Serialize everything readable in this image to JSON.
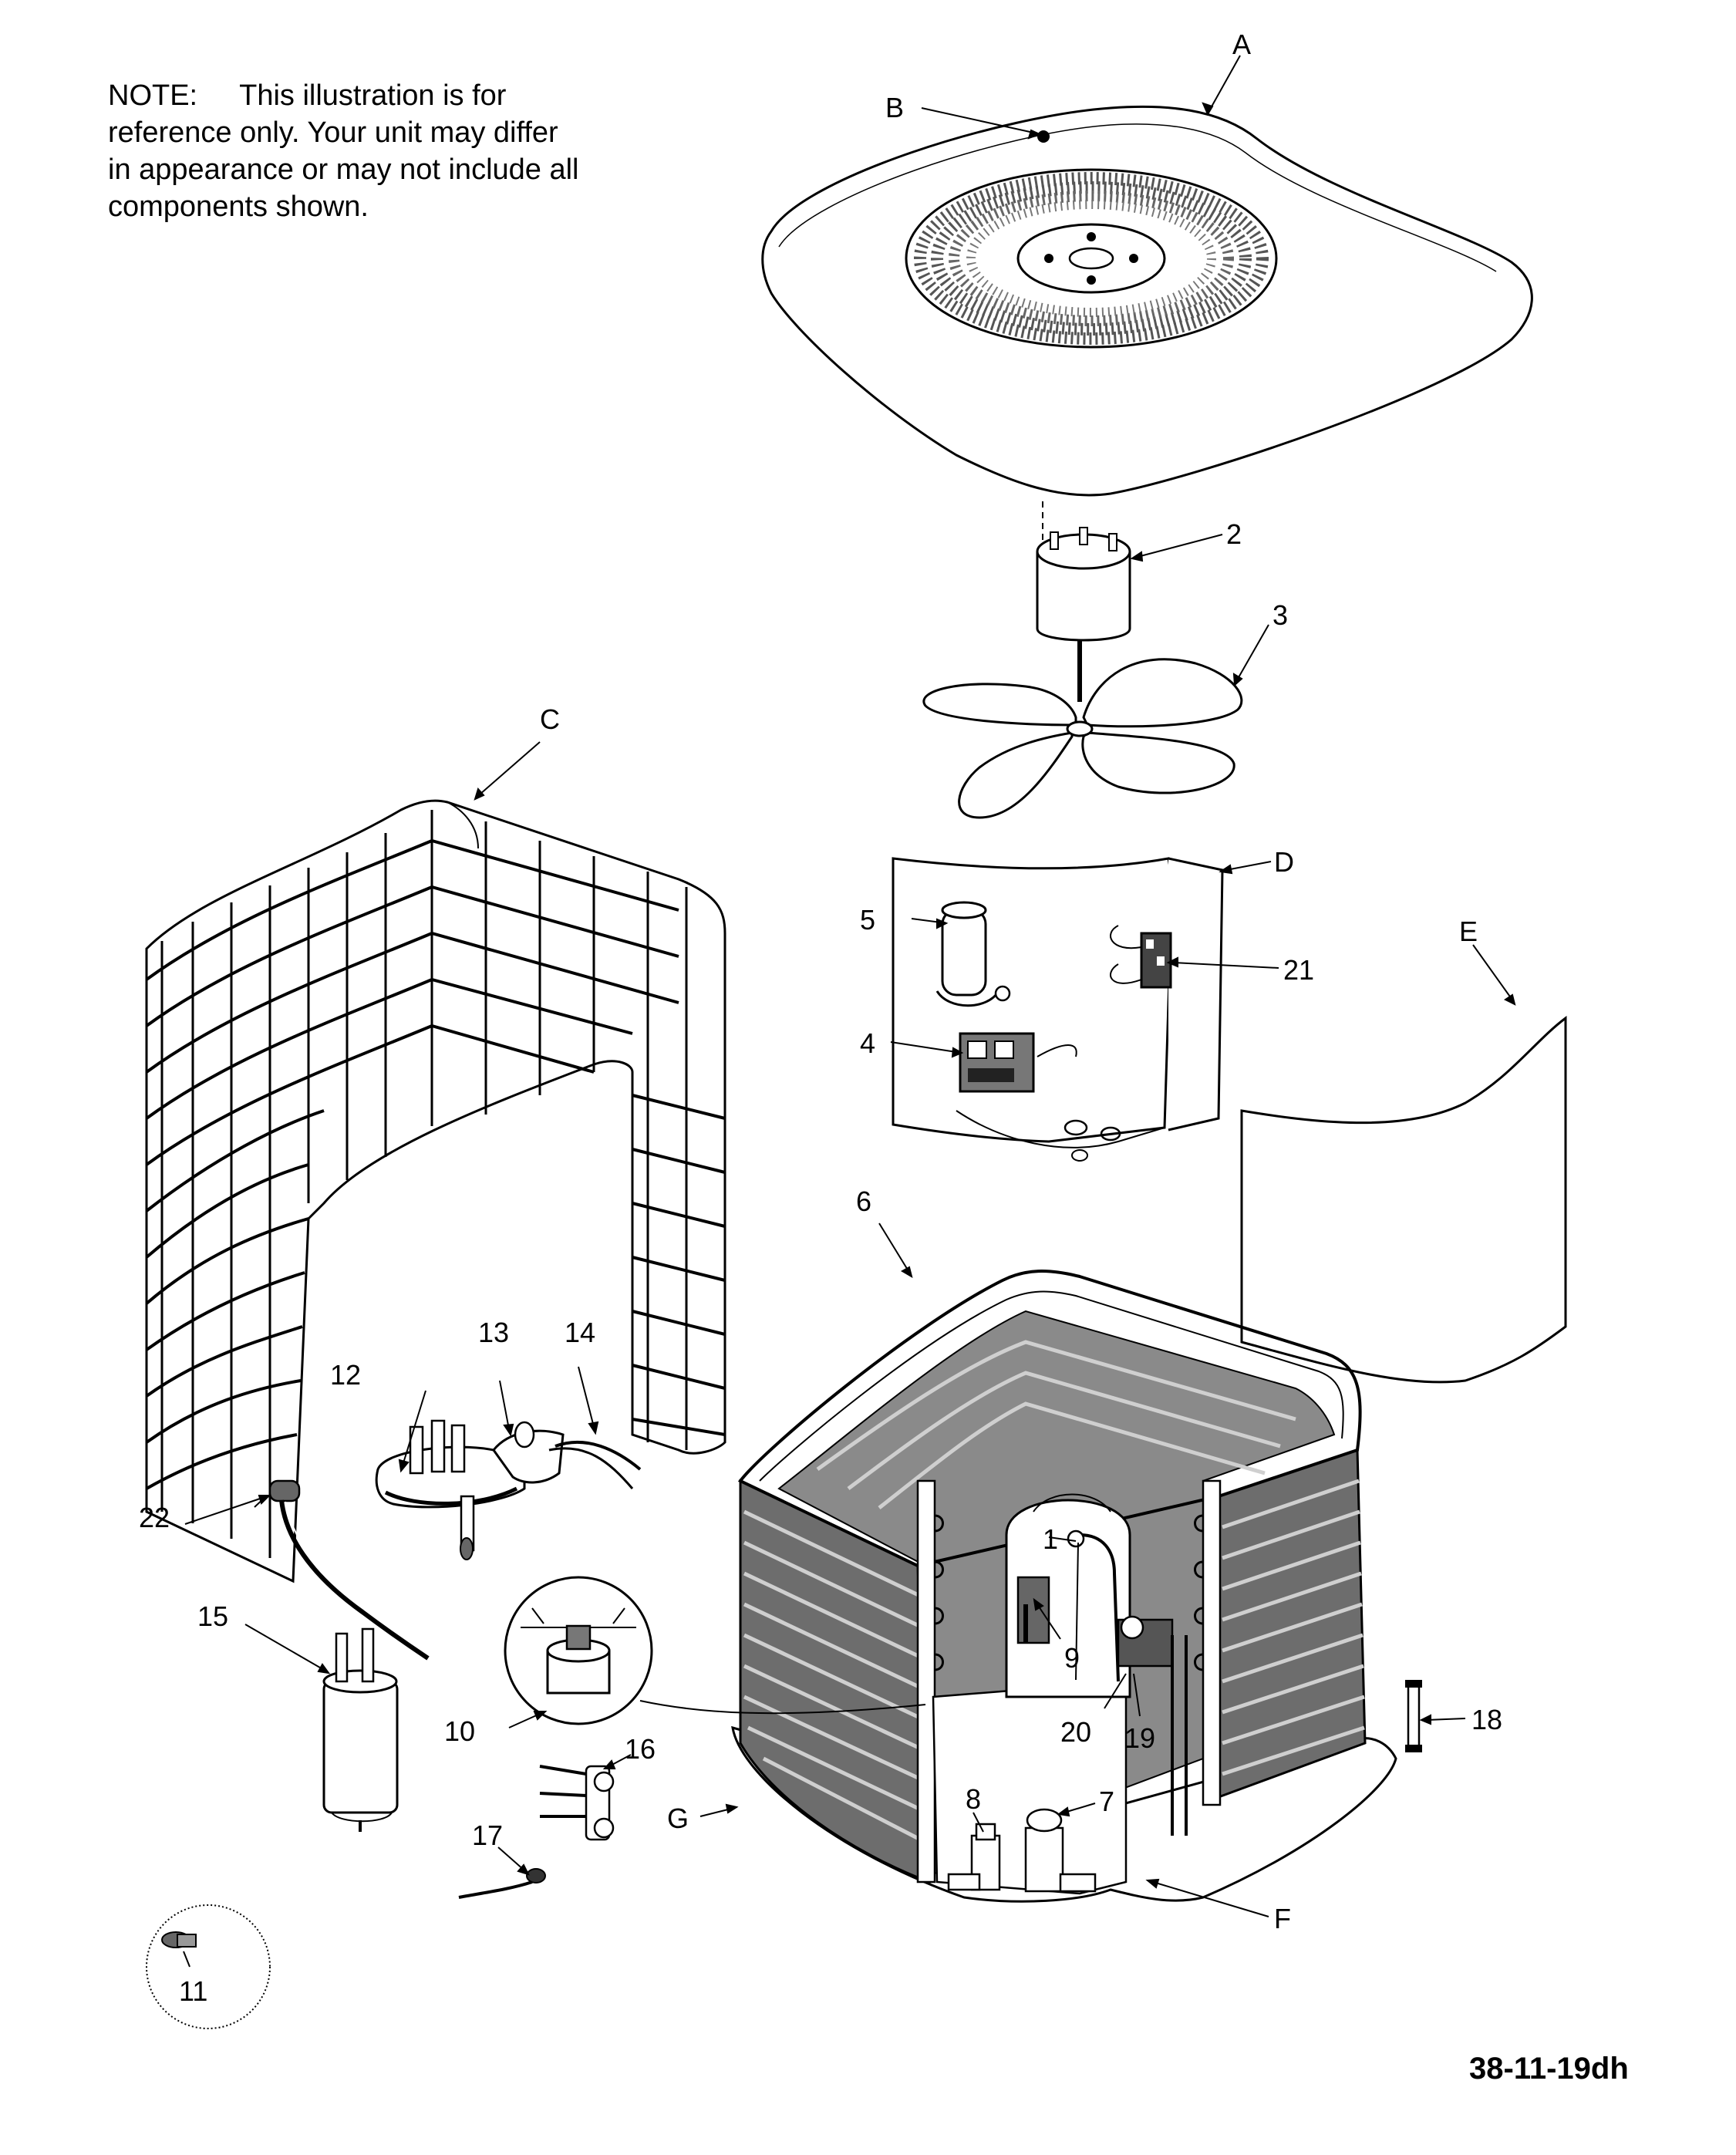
{
  "note": {
    "label": "NOTE:",
    "text": "This illustration is for reference only.   Your unit may differ in appearance or may not include all components shown."
  },
  "drawing_number": "38-11-19dh",
  "callouts": {
    "A": "A",
    "B": "B",
    "C": "C",
    "D": "D",
    "E": "E",
    "F": "F",
    "G": "G",
    "n1": "1",
    "n2": "2",
    "n3": "3",
    "n4": "4",
    "n5": "5",
    "n6": "6",
    "n7": "7",
    "n8": "8",
    "n9": "9",
    "n10": "10",
    "n11": "11",
    "n12": "12",
    "n13": "13",
    "n14": "14",
    "n15": "15",
    "n16": "16",
    "n17": "17",
    "n18": "18",
    "n19": "19",
    "n20": "20",
    "n21": "21",
    "n22": "22"
  }
}
